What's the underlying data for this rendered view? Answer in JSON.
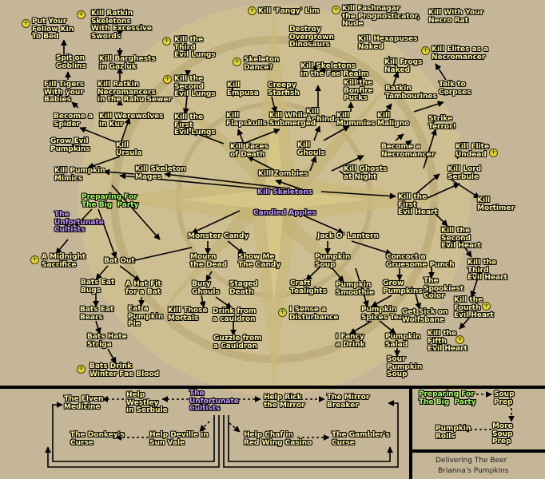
{
  "map": {
    "center": "Kill Skeletons",
    "candied": "Candied Apples",
    "nodes": {
      "put_your_fellow": "Put Your\nFellow Kin\nTo Bed",
      "kill_ratkin_swords": "Kill Ratkin\nSkeletons\nWith Excessive\nSwords",
      "kill_fangy": "Kill 'Fangy' Lim",
      "kill_fashnagar": "Kill Fashnagar\nthe Prognosticator,\nNude",
      "kill_necro_rat": "Kill With Your\nNecro Rat",
      "destroy_dinos": "Destroy\nOvergrown\nDinosaurs",
      "kill_third_evil_lungs": "Kill the\nThird\nEvil Lungs",
      "kill_hexapuses": "Kill Hexapuses\nNaked",
      "kill_elites_necro": "Kill Elites as a\nNecromancer",
      "spit_on_goblins": "Spit on\nGoblins",
      "kill_barghests": "Kill Barghests\nin Gazluk",
      "skeleton_dance": "Skeleton\nDance?",
      "kill_frogs": "Kill Frogs\nNaked",
      "kill_skel_fae": "Kill Skeletons\nin the Fae Realm",
      "fill_tigers": "Fill Tigers\nWith your\nBabies",
      "kill_ratkin_necro": "Kill Ratkin\nNecromancers\nin the Rahu Sewer",
      "kill_second_evil_lungs": "Kill the\nSecond\nEvil Lungs",
      "kill_empusa": "Kill\nEmpusa",
      "creepy_starfish": "Creepy\nStarfish",
      "kill_bonfire": "Kill the\nBonfire\nPucks",
      "ratkin_tambourines": "Ratkin\nTambourines",
      "talk_to_corpses": "Talk to\nCorpses",
      "become_spider": "Become a\nSpider",
      "kill_werewolves": "Kill Werewolves\nin Kur",
      "kill_anhinda": "Kill\nAnhinda",
      "kill_flapskulls": "Kill\nFlapskulls",
      "kill_while_submerged": "Kill While\nSubmerged",
      "kill_mummies": "Kill\nMummies",
      "kill_maligno": "Kill\nMaligno",
      "kill_first_evil_lungs": "Kill the\nFirst\nEvil Lungs",
      "strike_terror": "Strike\nTerror!",
      "grow_evil_pumpkins": "Grow Evil\nPumpkins",
      "kill_ursula": "Kill\nUrsula",
      "kill_faces_death": "Kill Faces\nof Death",
      "kill_ghouls": "Kill\nGhouls",
      "become_necromancer": "Become a\nNecromancer",
      "kill_elite_undead": "Kill Elite\nUndead",
      "kill_pumpkin_mimics": "Kill Pumpkin\nMimics",
      "kill_skeleton_mages": "Kill Skeleton\nMages",
      "kill_zombies": "Kill Zombies",
      "kill_ghosts_night": "Kill Ghosts\nat Night",
      "kill_lord_serbule": "Kill Lord\nSerbule",
      "preparing_big_party": "Preparing For\nThe Big  Party",
      "kill_first_evil_heart": "Kill the\nFirst\nEvil Heart",
      "kill_mortimer": "Kill\nMortimer",
      "unfortunate_cultists": "The\nUnfortunate\nCultists",
      "monster_candy": "Monster Candy",
      "jack_o_lantern": "Jack O' Lantern",
      "kill_second_evil_heart": "Kill the\nSecond\nEvil Heart",
      "a_midnight_sacrifice": "A Midnight\nSacrifice",
      "bat_out": "Bat Out",
      "mourn_dead": "Mourn\nthe Dead",
      "show_me_candy": "Show Me\nThe Candy",
      "pumpkin_soup": "Pumpkin\nSoup",
      "concoct_gruesome": "Concoct a\nGruesome Punch",
      "kill_third_evil_heart": "Kill the\nThird\nEvil Heart",
      "bats_eat_bugs": "Bats Eat\nBugs",
      "a_hat_fit": "A Hat Fit\nfor a Bat",
      "bury_ghouls": "Bury\nGhouls",
      "staged_death": "Staged\nDeath",
      "craft_tealights": "Craft\nTealights",
      "pumpkin_smoothie": "Pumpkin\nSmoothie",
      "grow_pumpkins": "Grow\nPumpkins",
      "spookiest_color": "The\nSpookiest\nColor",
      "bats_eat_bears": "Bats Eat\nBears",
      "eat_pumpkin_pie": "Eat a\nPumpkin\nPie",
      "kill_fourth_evil_heart": "Kill the\nFourth\nEvil Heart",
      "kill_those_mortals": "Kill Those\nMortals",
      "drink_from_cauldron": "Drink from\na cauldron",
      "i_sense_disturbance": "I Sense a\nDisturbance",
      "pumpkin_spices_tea": "Pumpkin\nSpices Tea",
      "get_sick_wolfsbane": "Get Sick on\nWolfsbane",
      "bats_hate_striga": "Bats Hate\nStriga",
      "guzzle_cauldron": "Guzzle from\na Cauldron",
      "i_fancy_drink": "I Fancy\na Drink",
      "pumpkin_salad": "Pumpkin\nSalad",
      "kill_fifth_evil_heart": "Kill the\nFifth\nEvil Heart",
      "sour_pumpkin_soup": "Sour\nPumpkin\nSoup",
      "bats_drink_winter": "Bats Drink\nWinter Fae Blood"
    }
  },
  "cultists_panel": {
    "center": "The\nUnfortunate\nCultists",
    "elven_medicine": "The Elven\nMedicine",
    "help_westley": "Help\nWestley\nin Serbule",
    "help_rick": "Help Rick\nthe Mirror",
    "mirror_breaker": "The Mirror\nBreaker",
    "donkeys_curse": "The Donkey's\nCurse",
    "help_deville": "Help Deville in\nSun Vale",
    "help_chaf": "Help Chaf in\nRed Wing Casino",
    "gamblers_curse": "The Gambler's\nCurse"
  },
  "party_panel": {
    "preparing": "Preparing For\nThe Big  Party",
    "soup_prep": "Soup\nPrep",
    "pumpkin_rolls": "Pumpkin\nRolls",
    "more_soup_prep": "More\nSoup\nPrep"
  },
  "misc_panel": {
    "delivering_beer": "Delivering The Beer",
    "briannas_pumpkins": "Brianna's Pumpkins"
  },
  "badge_glyph": "+",
  "colors": {
    "background": "#c6b698",
    "compass": "#d6c78f",
    "node_text": "#fff4a8",
    "purple_text": "#c79cff",
    "green_text": "#a9ff6a",
    "badge": "#e7d63c"
  }
}
